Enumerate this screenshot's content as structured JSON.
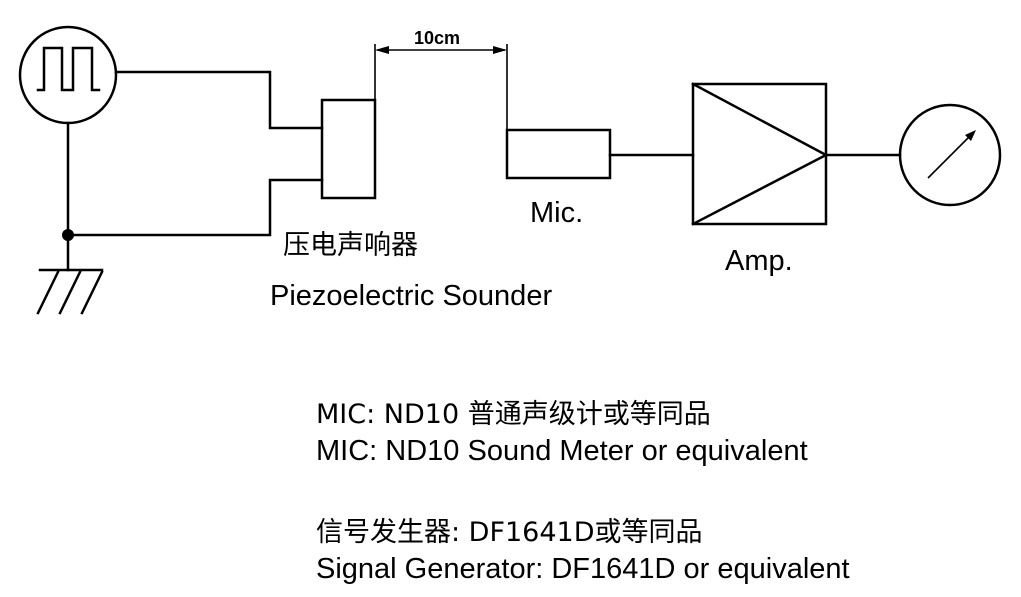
{
  "diagram": {
    "dimension_label": "10cm",
    "sounder_label_cn": "压电声响器",
    "sounder_label_en": "Piezoelectric Sounder",
    "mic_label": "Mic.",
    "amp_label": "Amp."
  },
  "notes": {
    "mic_cn": "MIC: ND10 普通声级计或等同品",
    "mic_en": "MIC: ND10 Sound Meter or equivalent",
    "generator_cn": "信号发生器: DF1641D或等同品",
    "generator_en": "Signal Generator: DF1641D or equivalent"
  },
  "icons": {
    "signal_generator": "square-wave-icon",
    "ground": "ground-icon",
    "meter": "meter-arrow-icon",
    "amplifier": "amplifier-triangle-icon"
  },
  "colors": {
    "stroke": "#000000",
    "background": "#ffffff"
  }
}
